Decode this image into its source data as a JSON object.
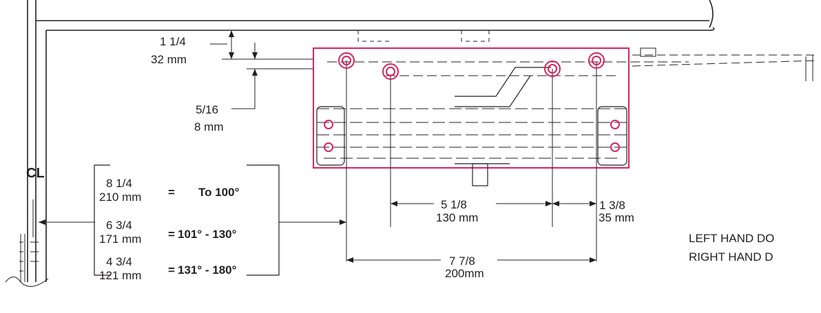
{
  "colors": {
    "ink": "#231f20",
    "accent": "#d6245e"
  },
  "centerline_symbol": "CL",
  "dims": {
    "top_in": "1 1/4",
    "top_mm": "32 mm",
    "small_in": "5/16",
    "small_mm": "8 mm",
    "mid_in": "5 1/8",
    "mid_mm": "130 mm",
    "right_in": "1 3/8",
    "right_mm": "35 mm",
    "bottom_in": "7 7/8",
    "bottom_mm": "200mm"
  },
  "table": [
    {
      "in": "8 1/4",
      "mm": "210 mm",
      "eq": "=",
      "angle": "To 100°"
    },
    {
      "in": "6 3/4",
      "mm": "171 mm",
      "eq": "=",
      "angle": "101° - 130°"
    },
    {
      "in": "4 3/4",
      "mm": "121 mm",
      "eq": "=",
      "angle": "131° - 180°"
    }
  ],
  "notes": {
    "left": "LEFT HAND DO",
    "right": "RIGHT HAND D"
  }
}
